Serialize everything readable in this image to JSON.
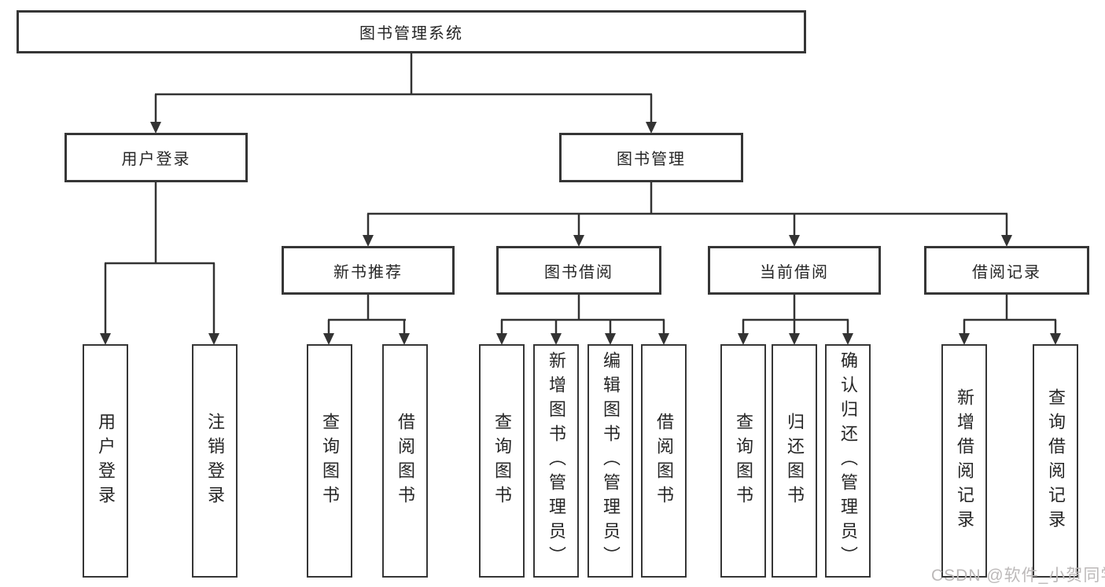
{
  "tree": {
    "label": "图书管理系统",
    "children": [
      {
        "label": "用户登录",
        "children": [
          {
            "label": "用户登录"
          },
          {
            "label": "注销登录"
          }
        ]
      },
      {
        "label": "图书管理",
        "children": [
          {
            "label": "新书推荐",
            "children": [
              {
                "label": "查询图书"
              },
              {
                "label": "借阅图书"
              }
            ]
          },
          {
            "label": "图书借阅",
            "children": [
              {
                "label": "查询图书"
              },
              {
                "label": "新增图书（管理员）"
              },
              {
                "label": "编辑图书（管理员）"
              },
              {
                "label": "借阅图书"
              }
            ]
          },
          {
            "label": "当前借阅",
            "children": [
              {
                "label": "查询图书"
              },
              {
                "label": "归还图书"
              },
              {
                "label": "确认归还（管理员）"
              }
            ]
          },
          {
            "label": "借阅记录",
            "children": [
              {
                "label": "新增借阅记录"
              },
              {
                "label": "查询借阅记录"
              }
            ]
          }
        ]
      }
    ]
  },
  "watermark": {
    "text": "CSDN @软件_小贺同学"
  },
  "colors": {
    "line": "#333333",
    "box_border": "#363636",
    "text": "#262626",
    "watermark": "#bcb9b9",
    "background": "#ffffff"
  }
}
